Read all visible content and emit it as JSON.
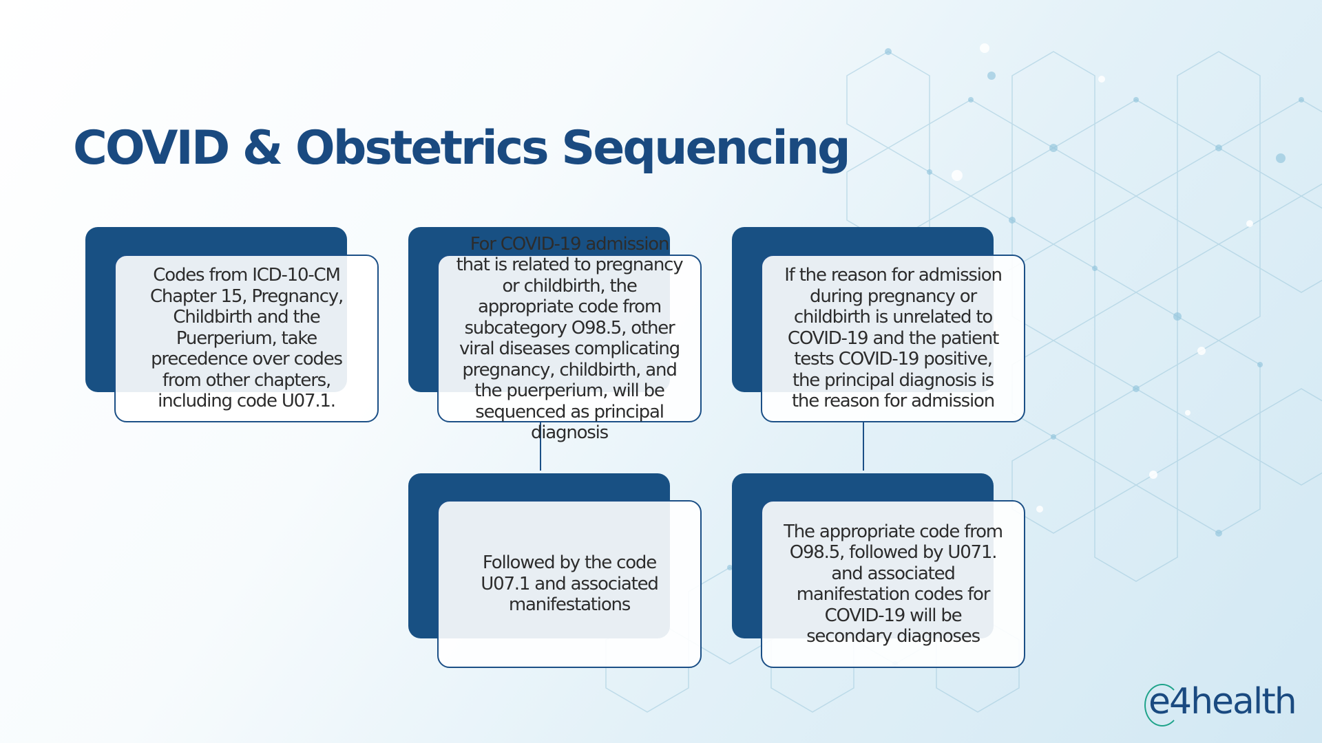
{
  "title": "COVID & Obstetrics Sequencing",
  "boxes": [
    {
      "text": "Codes from ICD-10-CM\nChapter 15, Pregnancy,\nChildbirth and the\nPuerperium, take\nprecedence over codes\nfrom other chapters,\nincluding code U07.1."
    },
    {
      "text": "For COVID-19 admission\nthat is related to pregnancy\nor childbirth, the\nappropriate code from\nsubcategory O98.5, other\nviral diseases complicating\npregnancy, childbirth, and\nthe puerperium, will be\nsequenced as principal\ndiagnosis"
    },
    {
      "text": "If the reason for admission\nduring pregnancy or\nchildbirth is unrelated to\nCOVID-19 and the patient\ntests COVID-19 positive,\nthe principal diagnosis is\nthe reason for admission"
    },
    {
      "text": "Followed by the code\nU07.1 and associated\nmanifestations"
    },
    {
      "text": "The appropriate code from\nO98.5, followed by U071.\nand associated\nmanifestation codes for\nCOVID-19 will be\nsecondary diagnoses"
    }
  ],
  "logo": {
    "text": "e4health"
  },
  "colors": {
    "title": "#1a4a80",
    "box_back": "#185083",
    "box_border": "#1b4f86",
    "box_text": "#2c2c2c"
  }
}
